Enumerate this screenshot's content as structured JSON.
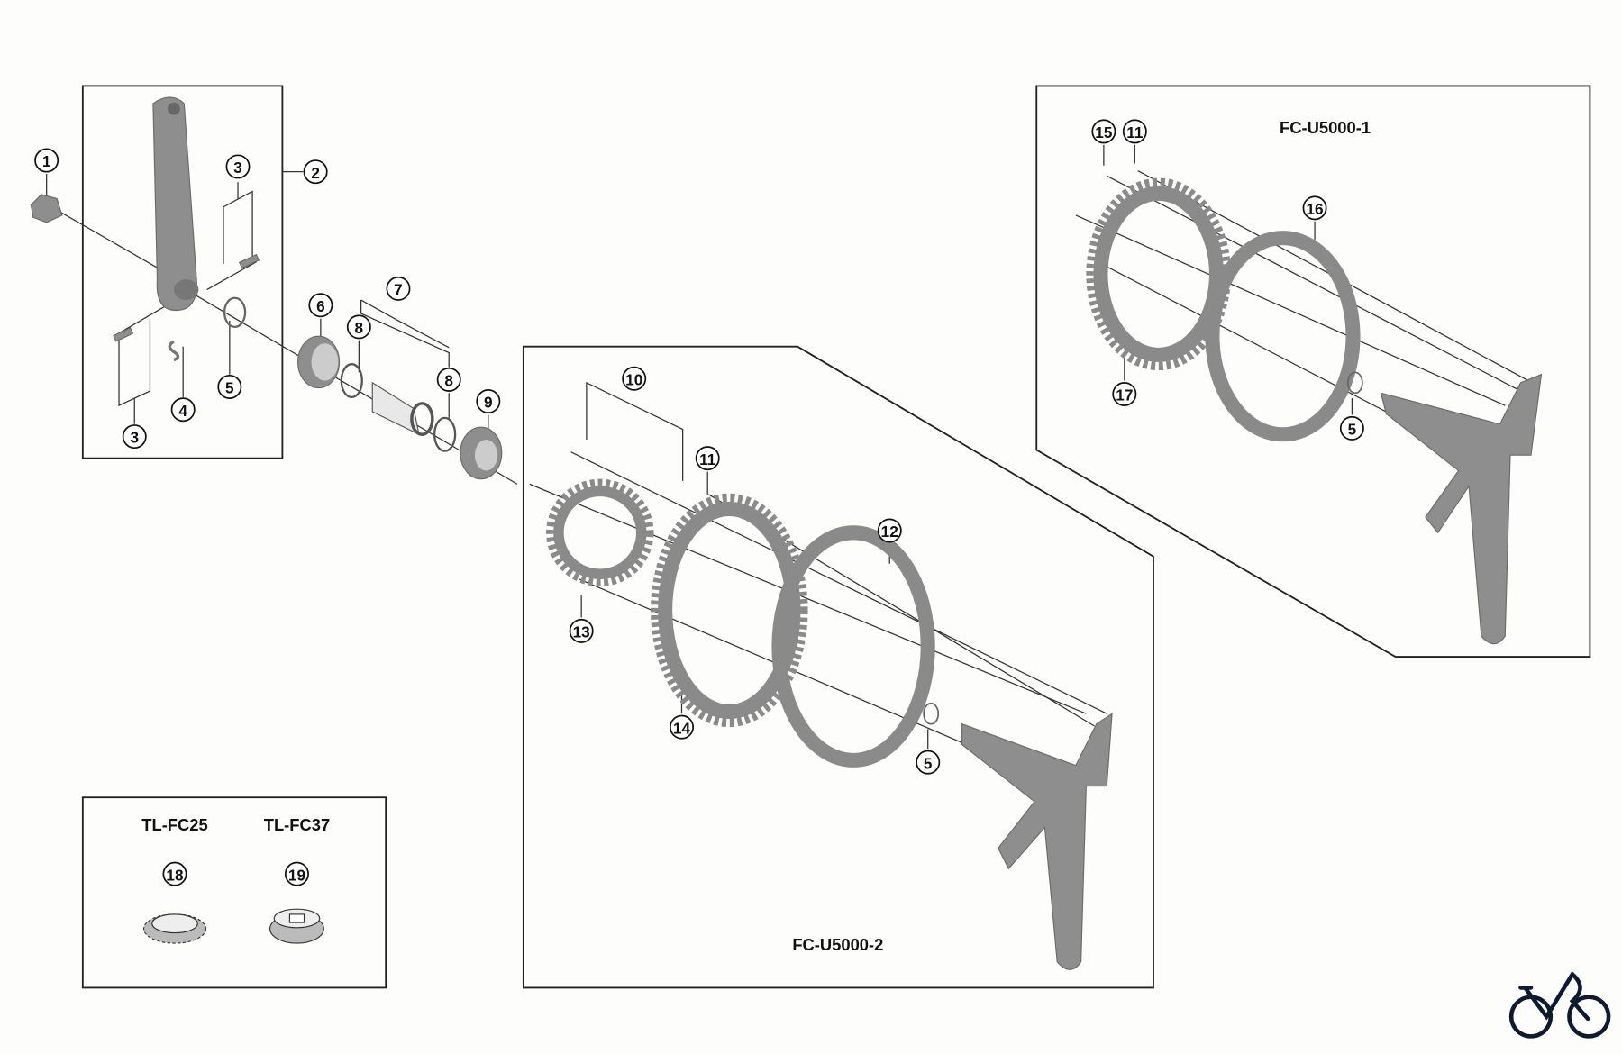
{
  "diagram": {
    "groups": {
      "set_2": "FC-U5000-2",
      "set_1": "FC-U5000-1",
      "tool_1": "TL-FC25",
      "tool_2": "TL-FC37"
    },
    "callouts": [
      "1",
      "2",
      "3",
      "3",
      "4",
      "5",
      "6",
      "7",
      "8",
      "8",
      "9",
      "10",
      "11",
      "12",
      "13",
      "14",
      "5",
      "15",
      "11",
      "16",
      "17",
      "5",
      "18",
      "19"
    ],
    "logo": "bike-logo-icon",
    "colors": {
      "part": "#8e8e8e",
      "line": "#222222",
      "logo": "#0f1a2e"
    }
  }
}
